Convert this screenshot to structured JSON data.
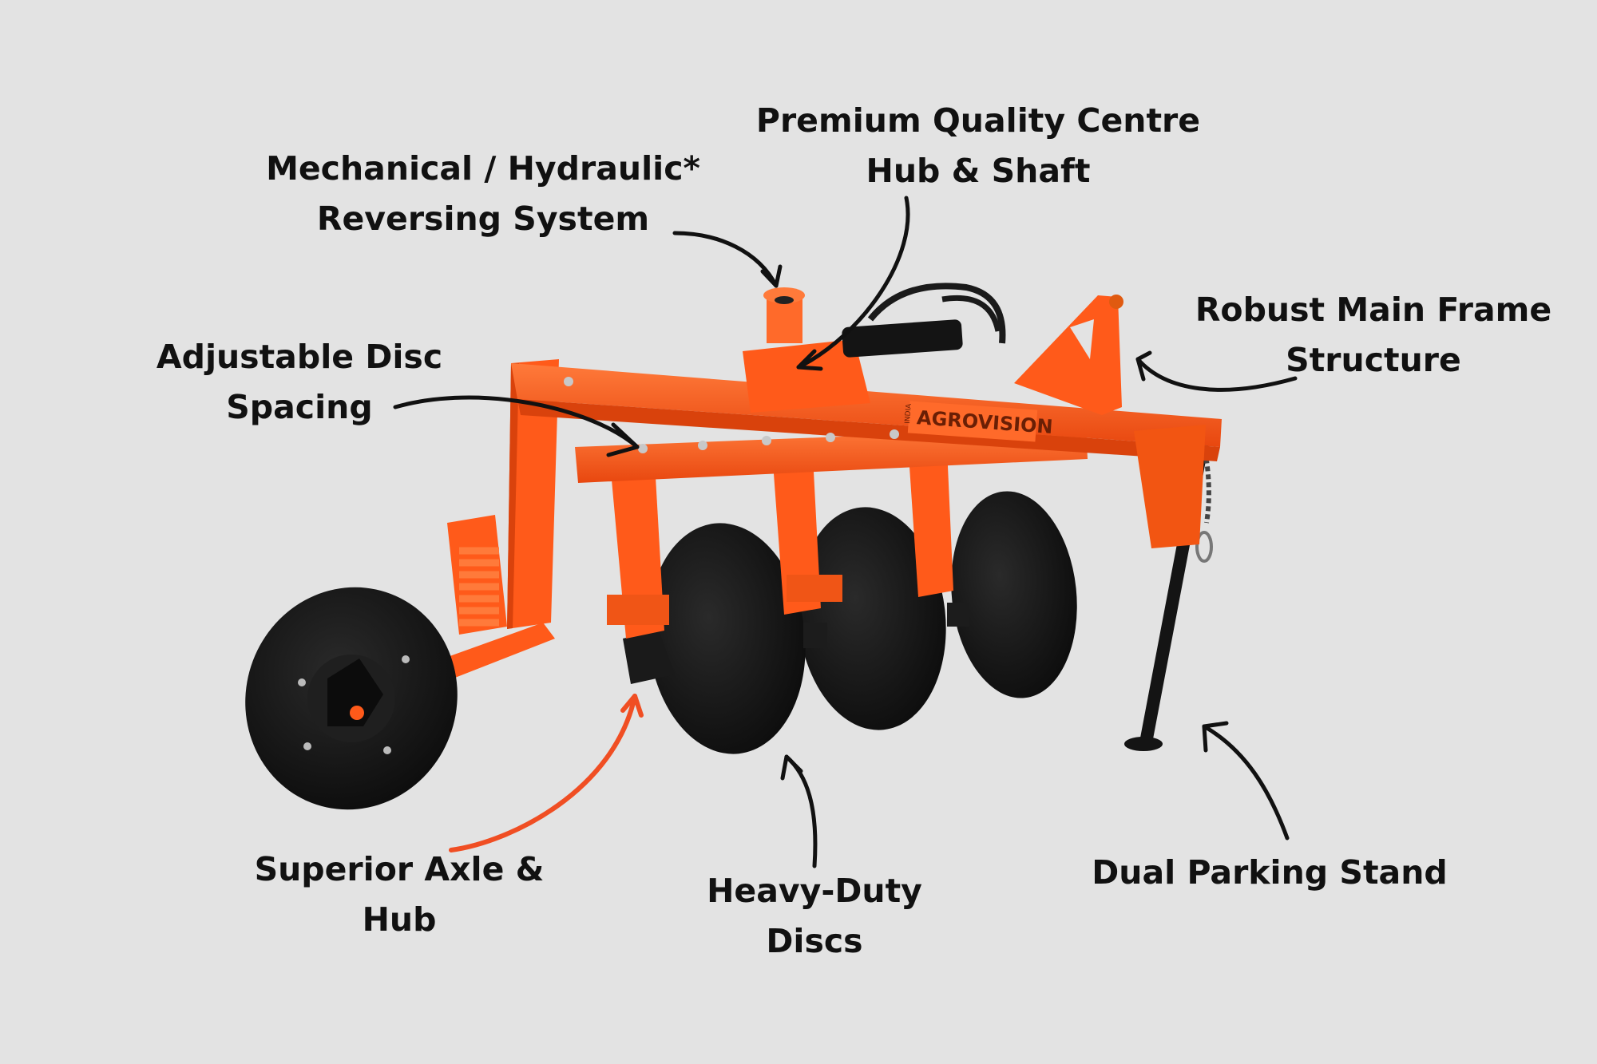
{
  "colors": {
    "background": "#e3e3e3",
    "frame_orange": "#ff5a1a",
    "frame_shadow": "#d9420c",
    "disc_black": "#121212",
    "text": "#111111",
    "accent_arrow": "#f04e23"
  },
  "brand": {
    "logo_text": "AGROVISION",
    "logo_sub": "INDIA"
  },
  "callouts": {
    "reversing": {
      "line1": "Mechanical / Hydraulic*",
      "line2": "Reversing System"
    },
    "hub_shaft": {
      "line1": "Premium Quality Centre",
      "line2": "Hub & Shaft"
    },
    "main_frame": {
      "line1": "Robust Main Frame",
      "line2": "Structure"
    },
    "disc_spacing": {
      "line1": "Adjustable Disc",
      "line2": "Spacing"
    },
    "axle_hub": {
      "line1": "Superior Axle &",
      "line2": "Hub"
    },
    "discs": {
      "line1": "Heavy-Duty",
      "line2": "Discs"
    },
    "parking": {
      "line1": "Dual Parking Stand"
    }
  }
}
